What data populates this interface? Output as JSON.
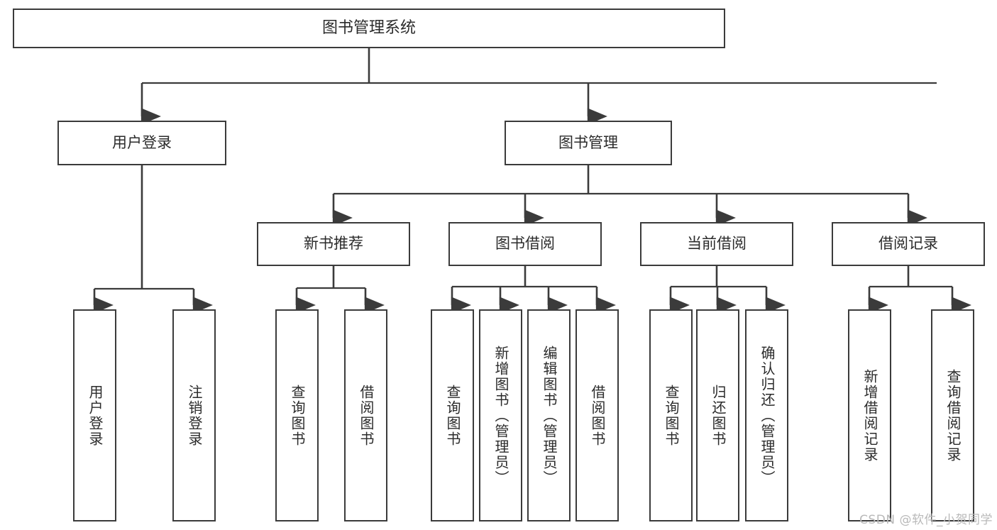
{
  "diagram": {
    "title": "图书管理系统",
    "type": "hierarchy-tree",
    "watermark": "CSDN @软件_小贺同学",
    "colors": {
      "border": "#3b3b3b",
      "text": "#2b2b2b",
      "background": "#ffffff",
      "watermark": "#b9b9b9"
    },
    "levels": [
      {
        "level": 1,
        "nodes": [
          {
            "id": "root",
            "label": "图书管理系统"
          }
        ]
      },
      {
        "level": 2,
        "nodes": [
          {
            "id": "user-login",
            "label": "用户登录"
          },
          {
            "id": "book-manage",
            "label": "图书管理"
          }
        ]
      },
      {
        "level": 3,
        "nodes": [
          {
            "id": "new-book-rec",
            "label": "新书推荐"
          },
          {
            "id": "book-borrow",
            "label": "图书借阅"
          },
          {
            "id": "current-borrow",
            "label": "当前借阅"
          },
          {
            "id": "borrow-record",
            "label": "借阅记录"
          }
        ]
      },
      {
        "level": 4,
        "nodes": [
          {
            "id": "leaf-user-login",
            "label": "用户登录"
          },
          {
            "id": "leaf-logout",
            "label": "注销登录"
          },
          {
            "id": "leaf-query-book-1",
            "label": "查询图书"
          },
          {
            "id": "leaf-borrow-book-1",
            "label": "借阅图书"
          },
          {
            "id": "leaf-query-book-2",
            "label": "查询图书"
          },
          {
            "id": "leaf-add-book",
            "label": "新增图书（管理员）"
          },
          {
            "id": "leaf-edit-book",
            "label": "编辑图书（管理员）"
          },
          {
            "id": "leaf-borrow-book-2",
            "label": "借阅图书"
          },
          {
            "id": "leaf-query-book-3",
            "label": "查询图书"
          },
          {
            "id": "leaf-return-book",
            "label": "归还图书"
          },
          {
            "id": "leaf-confirm-return",
            "label": "确认归还（管理员）"
          },
          {
            "id": "leaf-add-record",
            "label": "新增借阅记录"
          },
          {
            "id": "leaf-query-record",
            "label": "查询借阅记录"
          }
        ]
      }
    ],
    "edges": [
      {
        "from": "root",
        "to": "user-login"
      },
      {
        "from": "root",
        "to": "book-manage"
      },
      {
        "from": "user-login",
        "to": "leaf-user-login"
      },
      {
        "from": "user-login",
        "to": "leaf-logout"
      },
      {
        "from": "book-manage",
        "to": "new-book-rec"
      },
      {
        "from": "book-manage",
        "to": "book-borrow"
      },
      {
        "from": "book-manage",
        "to": "current-borrow"
      },
      {
        "from": "book-manage",
        "to": "borrow-record"
      },
      {
        "from": "new-book-rec",
        "to": "leaf-query-book-1"
      },
      {
        "from": "new-book-rec",
        "to": "leaf-borrow-book-1"
      },
      {
        "from": "book-borrow",
        "to": "leaf-query-book-2"
      },
      {
        "from": "book-borrow",
        "to": "leaf-add-book"
      },
      {
        "from": "book-borrow",
        "to": "leaf-edit-book"
      },
      {
        "from": "book-borrow",
        "to": "leaf-borrow-book-2"
      },
      {
        "from": "current-borrow",
        "to": "leaf-query-book-3"
      },
      {
        "from": "current-borrow",
        "to": "leaf-return-book"
      },
      {
        "from": "current-borrow",
        "to": "leaf-confirm-return"
      },
      {
        "from": "borrow-record",
        "to": "leaf-add-record"
      },
      {
        "from": "borrow-record",
        "to": "leaf-query-record"
      }
    ]
  }
}
